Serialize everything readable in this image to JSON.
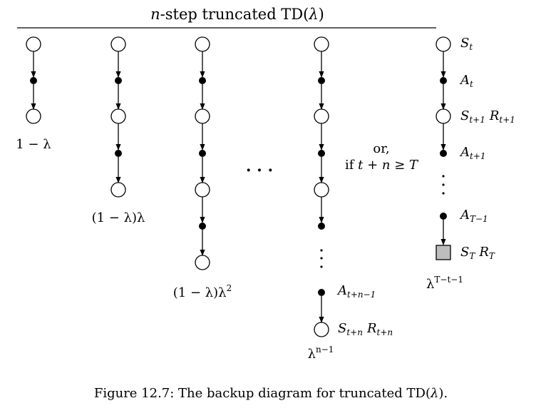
{
  "title": {
    "pre": "n",
    "mid": "-step truncated TD(",
    "lambda": "λ",
    "post": ")"
  },
  "columns": [
    {
      "weight": "1 − λ"
    },
    {
      "weight": "(1 − λ)λ"
    },
    {
      "weight_base": "(1 − λ)λ",
      "weight_exp": "2"
    },
    {
      "weight_base": "λ",
      "weight_exp": "n−1",
      "action_base": "A",
      "action_sub": "t+n−1",
      "state_base": "S",
      "state_sub": "t+n",
      "reward_base": "R",
      "reward_sub": "t+n"
    }
  ],
  "ellipsis": "· · ·",
  "terminal_column": {
    "condition_line1": "or,",
    "condition_line2_pre": "if ",
    "condition_line2_expr": "t + n ≥ T",
    "labels": [
      {
        "base": "S",
        "sub": "t"
      },
      {
        "base": "A",
        "sub": "t"
      },
      {
        "base": "S",
        "sub": "t+1",
        "base2": "R",
        "sub2": "t+1"
      },
      {
        "base": "A",
        "sub": "t+1"
      },
      {
        "base": "A",
        "sub": "T−1"
      },
      {
        "base": "S",
        "sub": "T",
        "base2": "R",
        "sub2": "T"
      }
    ],
    "weight_base": "λ",
    "weight_exp": "T−t−1"
  },
  "caption": {
    "pre": "Figure 12.7:  The backup diagram for truncated TD(",
    "lambda": "λ",
    "post": ")."
  }
}
